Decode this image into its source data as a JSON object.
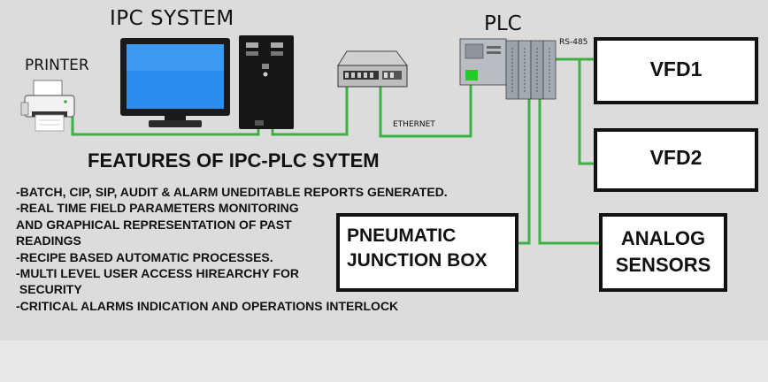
{
  "labels": {
    "ipc_system": "IPC SYSTEM",
    "plc": "PLC",
    "printer": "PRINTER",
    "ethernet": "ETHERNET",
    "rs485": "RS-485"
  },
  "boxes": {
    "vfd1": "VFD1",
    "vfd2": "VFD2",
    "pneumatic_line1": "PNEUMATIC",
    "pneumatic_line2": "JUNCTION BOX",
    "analog_line1": "ANALOG",
    "analog_line2": "SENSORS"
  },
  "features": {
    "title": "FEATURES OF IPC-PLC SYTEM",
    "items": [
      "-BATCH, CIP, SIP, AUDIT & ALARM UNEDITABLE REPORTS GENERATED.",
      "-REAL TIME FIELD PARAMETERS MONITORING",
      "AND GRAPHICAL REPRESENTATION OF PAST",
      "READINGS",
      "-RECIPE BASED AUTOMATIC PROCESSES.",
      "-MULTI LEVEL USER ACCESS HIREARCHY FOR",
      " SECURITY",
      "-CRITICAL ALARMS INDICATION AND OPERATIONS INTERLOCK"
    ]
  },
  "colors": {
    "wire": "#3cb043",
    "box_border": "#111111",
    "background": "#dcdcdc"
  },
  "icons": [
    "printer-icon",
    "monitor-icon",
    "cpu-tower-icon",
    "network-switch-icon",
    "plc-rack-icon"
  ]
}
